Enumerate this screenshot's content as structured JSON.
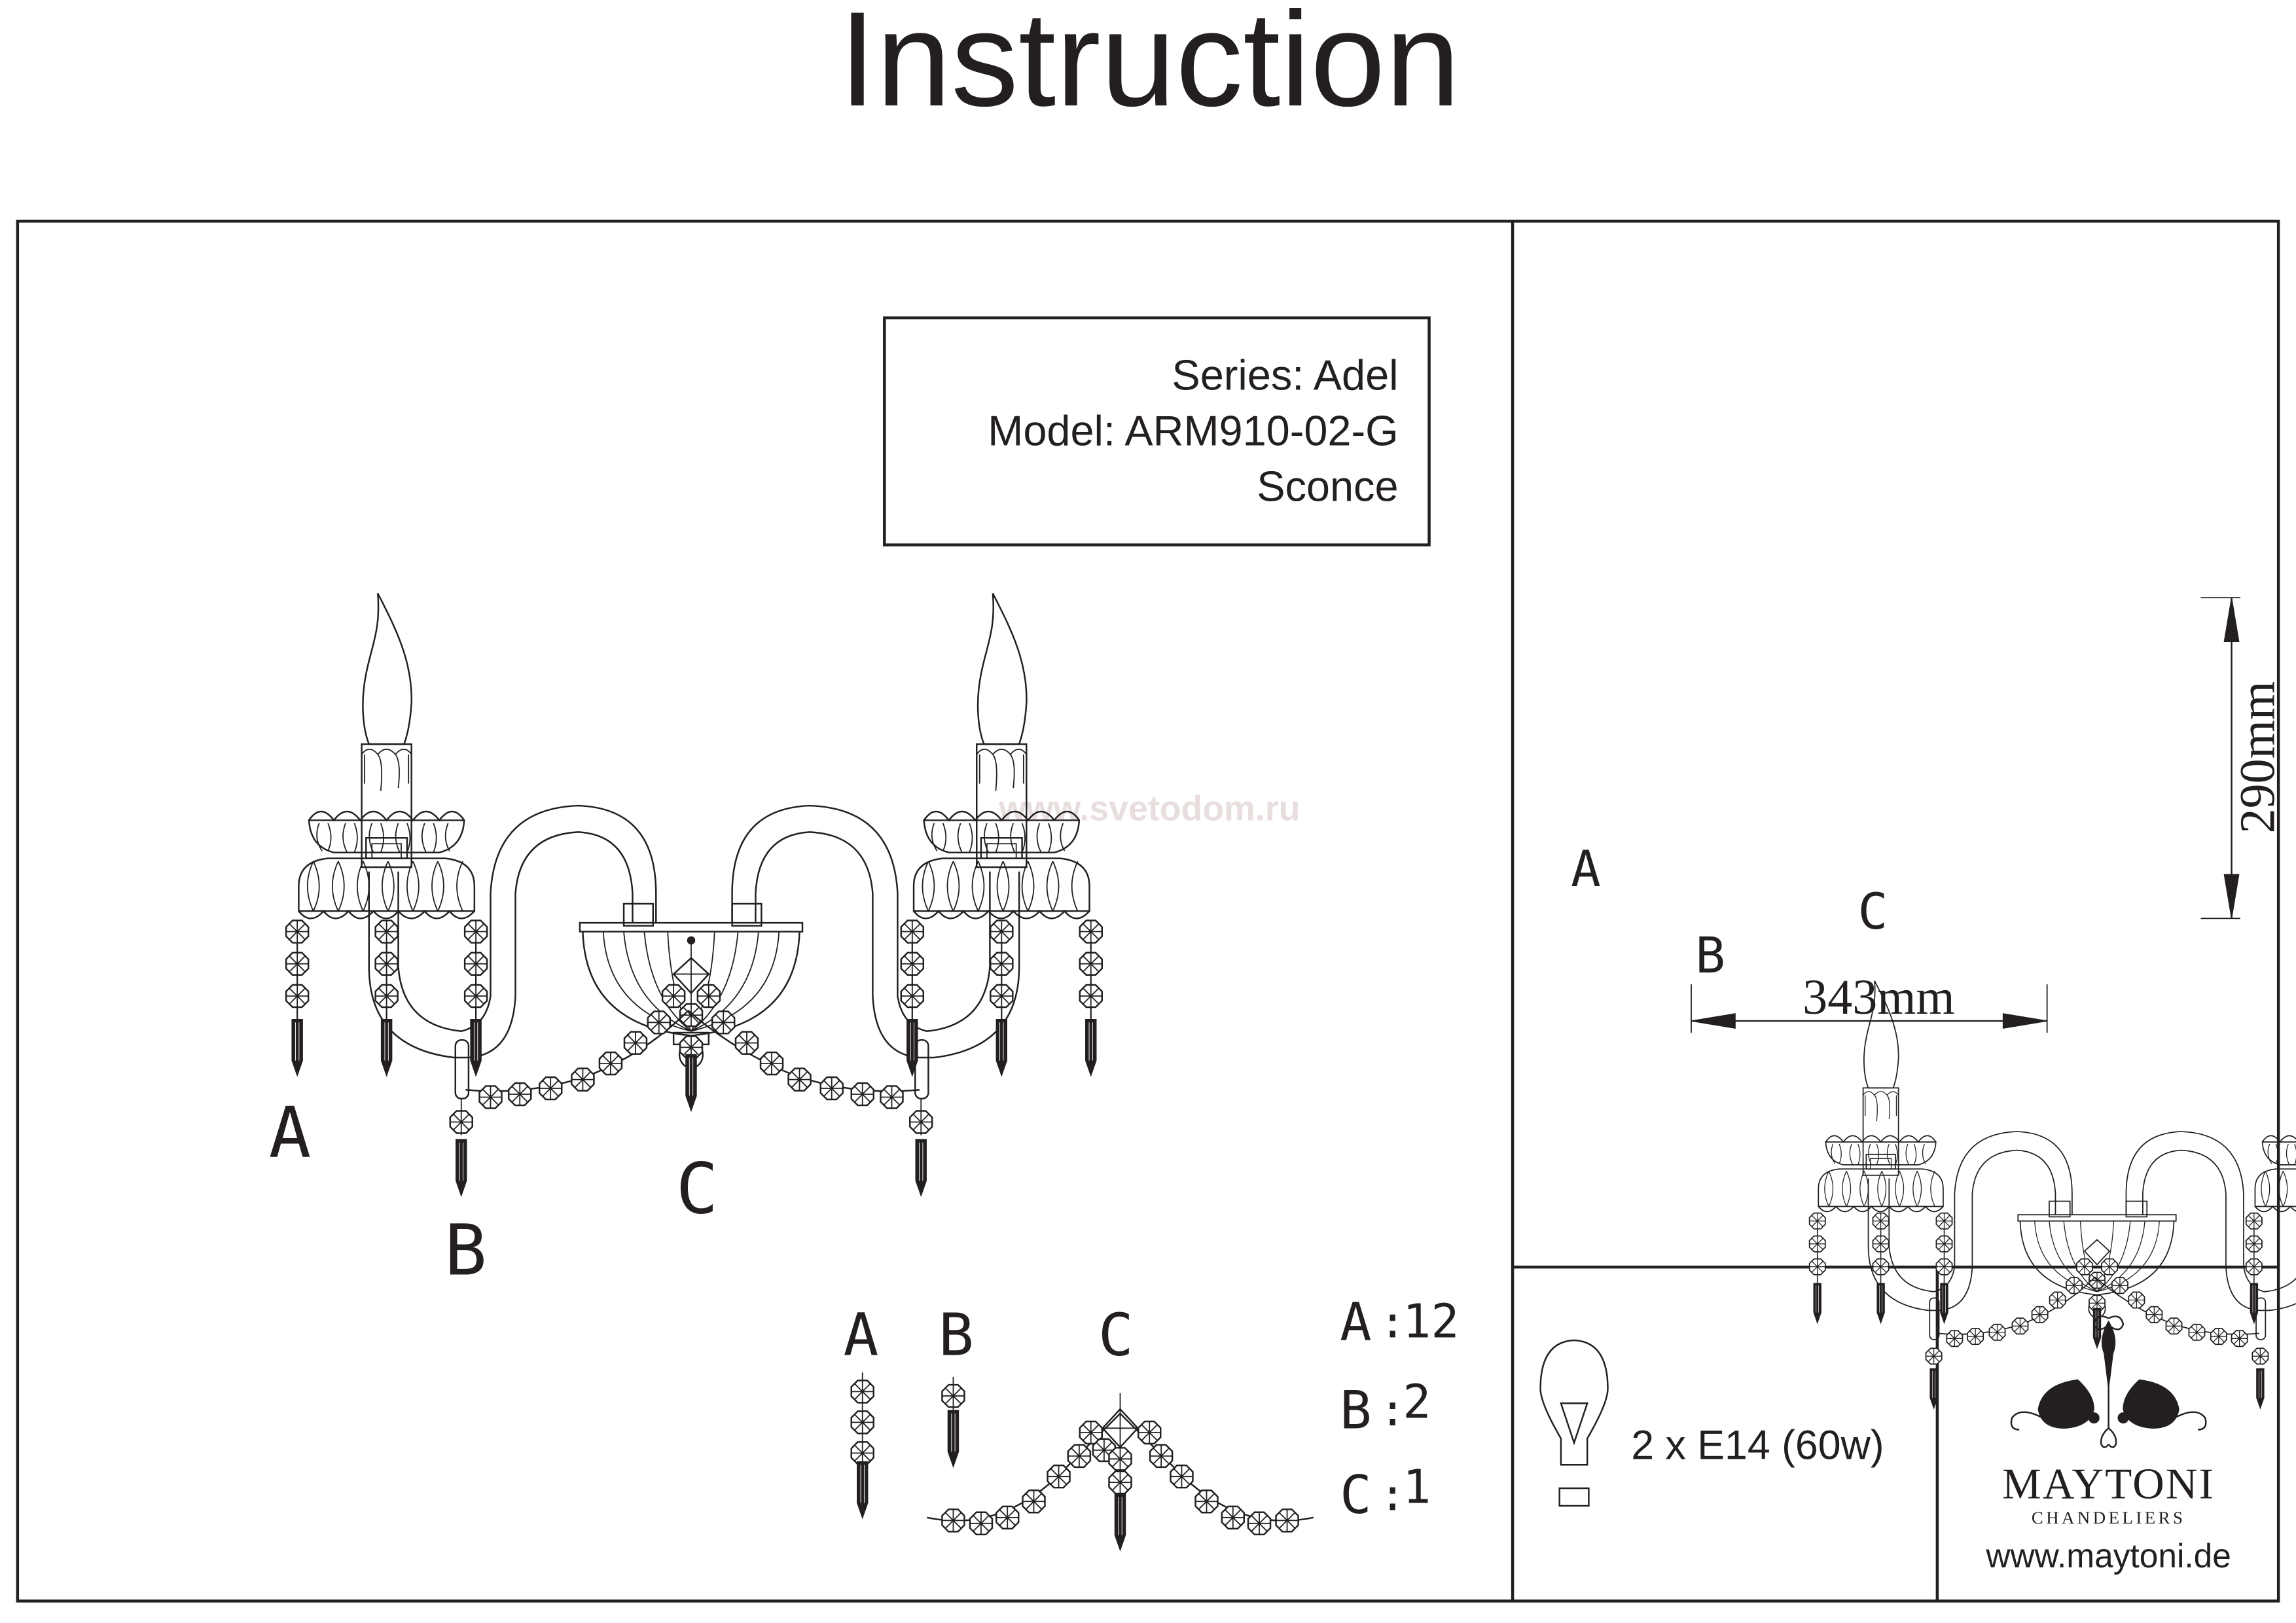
{
  "header": {
    "title": "Instruction"
  },
  "product_box": {
    "series_line": "Series: Adel",
    "model_line": "Model: ARM910-02-G",
    "type_line": "Sconce"
  },
  "watermark": "www.svetodom.ru",
  "main_drawing": {
    "callouts": [
      "A",
      "B",
      "C"
    ]
  },
  "parts_legend": {
    "parts": [
      {
        "letter": "A",
        "quantity": "12"
      },
      {
        "letter": "B",
        "quantity": "2"
      },
      {
        "letter": "C",
        "quantity": "1"
      }
    ],
    "separator": ":"
  },
  "dimensions_view": {
    "callouts": [
      "A",
      "B",
      "C"
    ],
    "width_label": "343mm",
    "height_label": "290mm"
  },
  "bulb_spec": {
    "icon": "light-bulb-icon",
    "text": "2 x E14 (60w)"
  },
  "brand": {
    "logo_icon": "maytoni-ornament-icon",
    "name": "MAYTONI",
    "tagline": "CHANDELIERS",
    "website": "www.maytoni.de"
  },
  "colors": {
    "ink": "#231f20",
    "watermark": "#e8dedd",
    "paper": "#ffffff"
  }
}
